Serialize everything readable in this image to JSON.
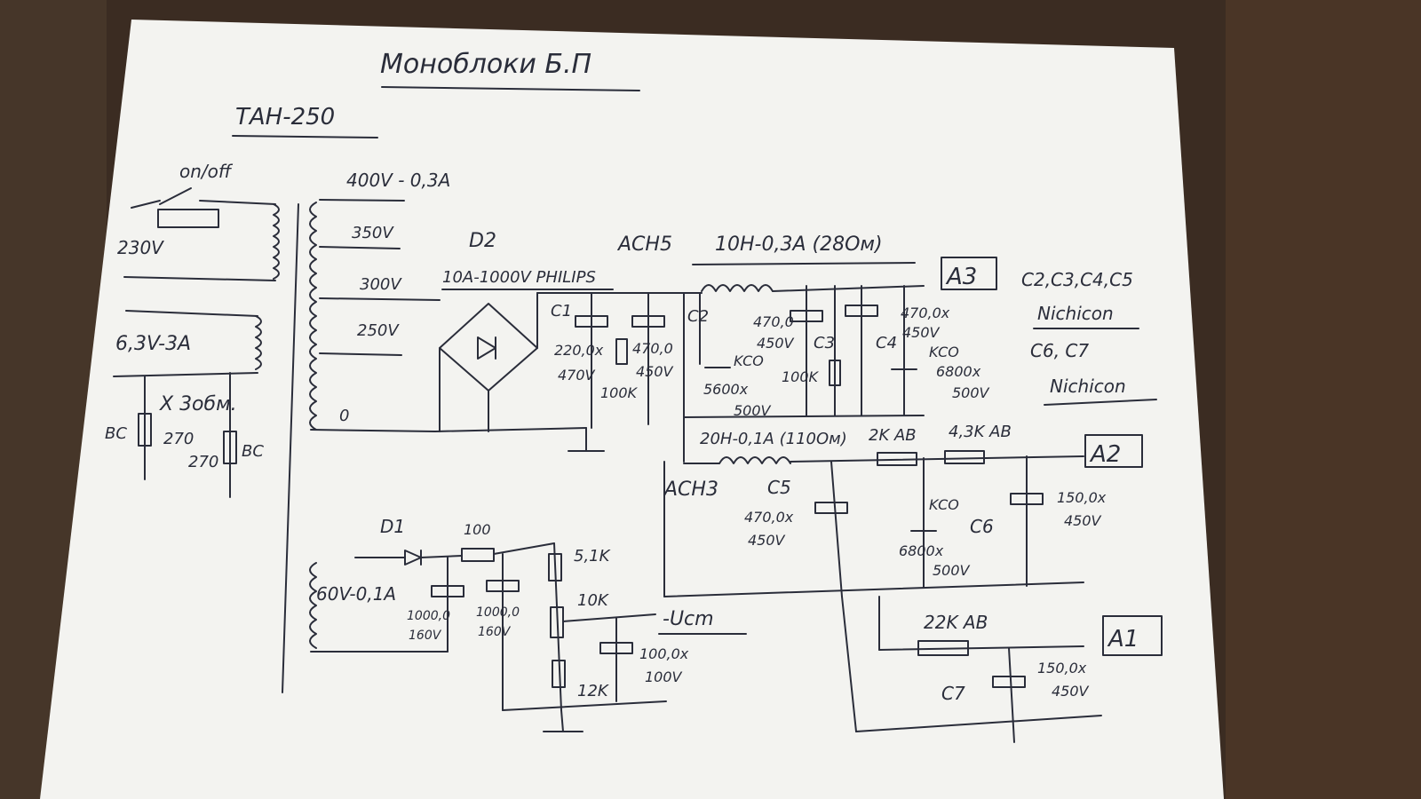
{
  "title": "Моноблоки Б.П",
  "subtitle": "ТАН-250",
  "switch_label": "on/off",
  "mains_label": "230V",
  "taps": [
    "400V - 0,3A",
    "350V",
    "300V",
    "250V",
    "0"
  ],
  "heater": {
    "label": "6,3V-3A",
    "note": "X 3обм.",
    "bc_left": "BC",
    "bc_right": "BC",
    "r_left": "270",
    "r_right": "270"
  },
  "bridge": {
    "name": "D2",
    "spec": "10A-1000V PHILIPS"
  },
  "choke1": {
    "name": "ACH5",
    "spec": "10H-0,3A (28Ом)"
  },
  "choke2": {
    "name": "ACH3",
    "spec": "20H-0,1A (110Ом)"
  },
  "c1": {
    "name": "C1",
    "value": "220,0x",
    "volt": "470V"
  },
  "c1b": {
    "value": "470,0",
    "volt": "450V"
  },
  "r_bleed": "100K",
  "c2": {
    "name": "C2",
    "type": "KCO",
    "value": "5600x",
    "volt": "500V"
  },
  "c3": {
    "name": "C3",
    "value": "470,0",
    "volt": "450V",
    "r": "100K"
  },
  "c4": {
    "name": "C4",
    "value": "470,0x",
    "volt": "450V",
    "type": "KCO",
    "value2": "6800x",
    "volt2": "500V"
  },
  "outputs": {
    "a3": "A3",
    "a2": "A2",
    "a1": "A1"
  },
  "notes": {
    "line1": "C2,C3,C4,C5",
    "line2": "Nichicon",
    "line3": "C6, C7",
    "line4": "Nichicon"
  },
  "r_2k": "2K AB",
  "r_43k": "4,3K AB",
  "r_22k": "22K AB",
  "c5": {
    "name": "C5",
    "value": "470,0x",
    "volt": "450V"
  },
  "kco2": {
    "type": "KCO",
    "value": "6800x",
    "volt": "500V"
  },
  "c6": {
    "name": "C6",
    "value": "150,0x",
    "volt": "450V"
  },
  "c7": {
    "name": "C7",
    "value": "150,0x",
    "volt": "450V"
  },
  "bias": {
    "winding": "60V-0,1A",
    "diode": "D1",
    "r100": "100",
    "ca": "1000,0",
    "cav": "160V",
    "cb": "1000,0",
    "cbv": "160V",
    "r51k": "5,1K",
    "r10k": "10K",
    "r12k": "12K",
    "out": "-Ucm",
    "cout": "100,0x",
    "coutv": "100V"
  }
}
